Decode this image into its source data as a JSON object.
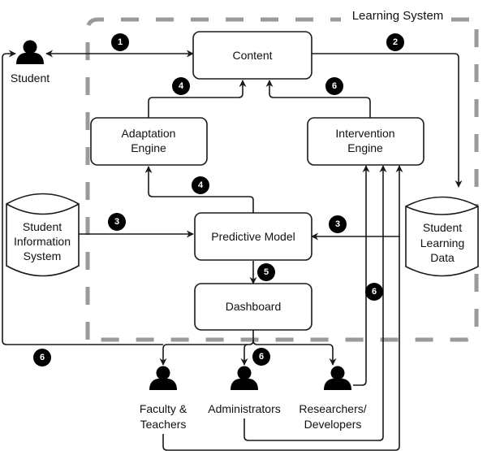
{
  "diagram": {
    "boundary": {
      "label": "Learning System",
      "style": "dashed",
      "color": "#9a9a9a"
    },
    "nodes": {
      "content": {
        "label": [
          "Content"
        ],
        "shape": "rounded-rect"
      },
      "adaptation": {
        "label": [
          "Adaptation",
          "Engine"
        ],
        "shape": "rounded-rect"
      },
      "intervention": {
        "label": [
          "Intervention",
          "Engine"
        ],
        "shape": "rounded-rect"
      },
      "predictive": {
        "label": [
          "Predictive Model"
        ],
        "shape": "rounded-rect"
      },
      "dashboard": {
        "label": [
          "Dashboard"
        ],
        "shape": "rounded-rect"
      },
      "sis": {
        "label": [
          "Student",
          "Information",
          "System"
        ],
        "shape": "cylinder"
      },
      "sld": {
        "label": [
          "Student",
          "Learning",
          "Data"
        ],
        "shape": "cylinder"
      },
      "student": {
        "label": [
          "Student"
        ],
        "shape": "person"
      },
      "faculty": {
        "label": [
          "Faculty &",
          "Teachers"
        ],
        "shape": "person"
      },
      "admins": {
        "label": [
          "Administrators"
        ],
        "shape": "person"
      },
      "researchers": {
        "label": [
          "Researchers/",
          "Developers"
        ],
        "shape": "person"
      }
    },
    "edges": [
      {
        "from": "student",
        "to": "content",
        "step": "1",
        "bidirectional": true
      },
      {
        "from": "content",
        "to": "sld",
        "step": "2"
      },
      {
        "from": "sis",
        "to": "predictive",
        "step": "3"
      },
      {
        "from": "sld",
        "to": "predictive",
        "step": "3"
      },
      {
        "from": "predictive",
        "to": "adaptation",
        "step": "4"
      },
      {
        "from": "adaptation",
        "to": "content",
        "step": "4"
      },
      {
        "from": "predictive",
        "to": "dashboard",
        "step": "5"
      },
      {
        "from": "intervention",
        "to": "content",
        "step": "6"
      },
      {
        "from": "dashboard",
        "to": "faculty",
        "step": "6"
      },
      {
        "from": "dashboard",
        "to": "admins",
        "step": "6"
      },
      {
        "from": "dashboard",
        "to": "researchers",
        "step": "6"
      },
      {
        "from": "dashboard",
        "to": "student",
        "step": "6"
      },
      {
        "from": "researchers",
        "to": "intervention",
        "step": "6"
      },
      {
        "from": "admins",
        "to": "intervention",
        "step": "6"
      },
      {
        "from": "faculty",
        "to": "intervention",
        "step": "6"
      }
    ],
    "badges": [
      "1",
      "2",
      "3",
      "3",
      "4",
      "4",
      "5",
      "6",
      "6",
      "6",
      "6"
    ]
  }
}
